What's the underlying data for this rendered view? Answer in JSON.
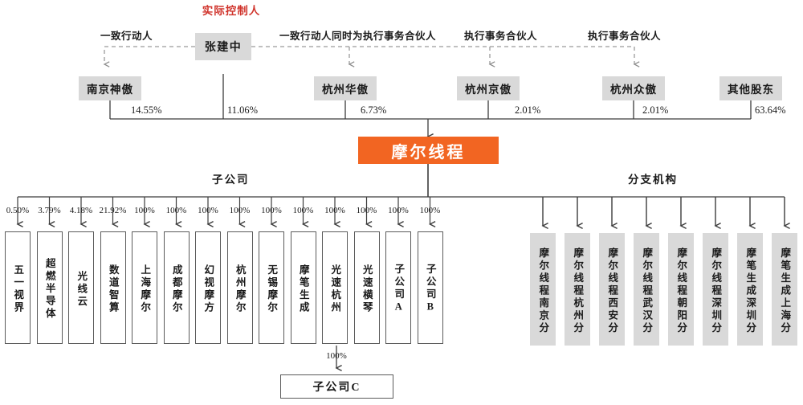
{
  "controller": {
    "title": "实际控制人",
    "name": "张建中",
    "direct_stake": "11.06%"
  },
  "relation_labels": [
    {
      "text": "一致行动人",
      "target": "南京神傲"
    },
    {
      "text": "一致行动人同时为执行事务合伙人",
      "target": "杭州华傲"
    },
    {
      "text": "执行事务合伙人",
      "target": "杭州京傲"
    },
    {
      "text": "执行事务合伙人",
      "target": "杭州众傲"
    }
  ],
  "shareholders": [
    {
      "name": "南京神傲",
      "stake": "14.55%"
    },
    {
      "name": "杭州华傲",
      "stake": "6.73%"
    },
    {
      "name": "杭州京傲",
      "stake": "2.01%"
    },
    {
      "name": "杭州众傲",
      "stake": "2.01%"
    },
    {
      "name": "其他股东",
      "stake": "63.64%"
    }
  ],
  "company": {
    "name": "摩尔线程"
  },
  "sections": {
    "subsidiaries_label": "子公司",
    "branches_label": "分支机构"
  },
  "subsidiaries": [
    {
      "name": "五一视界",
      "stake": "0.50%"
    },
    {
      "name": "超燃半导体",
      "stake": "3.79%"
    },
    {
      "name": "光线云",
      "stake": "4.18%"
    },
    {
      "name": "数道智算",
      "stake": "21.92%"
    },
    {
      "name": "上海摩尔",
      "stake": "100%"
    },
    {
      "name": "成都摩尔",
      "stake": "100%"
    },
    {
      "name": "幻视摩方",
      "stake": "100%"
    },
    {
      "name": "杭州摩尔",
      "stake": "100%"
    },
    {
      "name": "无锡摩尔",
      "stake": "100%"
    },
    {
      "name": "摩笔生成",
      "stake": "100%"
    },
    {
      "name": "光速杭州",
      "stake": "100%"
    },
    {
      "name": "光速横琴",
      "stake": "100%"
    },
    {
      "name": "子公司A",
      "stake": "100%"
    },
    {
      "name": "子公司B",
      "stake": "100%"
    }
  ],
  "branches": [
    {
      "name": "摩尔线程南京分"
    },
    {
      "name": "摩尔线程杭州分"
    },
    {
      "name": "摩尔线程西安分"
    },
    {
      "name": "摩尔线程武汉分"
    },
    {
      "name": "摩尔线程朝阳分"
    },
    {
      "name": "摩尔线程深圳分"
    },
    {
      "name": "摩笔生成深圳分"
    },
    {
      "name": "摩笔生成上海分"
    }
  ],
  "sub_subsidiary": {
    "name": "子公司C",
    "stake": "100%",
    "parent": "摩笔生成"
  },
  "colors": {
    "accent_orange": "#f26522",
    "controller_red": "#d0342c",
    "box_grey": "#d9d9d9",
    "line_dark": "#3c3c3c",
    "line_dashed": "#9a9a9a"
  }
}
